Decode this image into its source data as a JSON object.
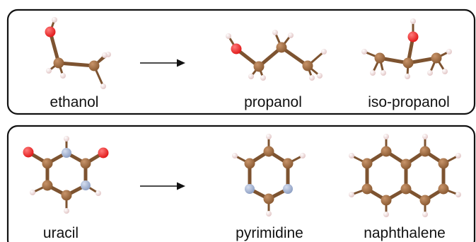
{
  "colors": {
    "carbon": "#8a5a32",
    "carbon_light": "#c8946a",
    "oxygen": "#e01919",
    "oxygen_light": "#ff7a7a",
    "hydrogen": "#e2c6c6",
    "hydrogen_light": "#ffffff",
    "nitrogen": "#8ea0c4",
    "nitrogen_light": "#d4ddef",
    "bond": "#7d5330"
  },
  "icons": [
    "arrow-right-icon",
    "molecule-ball-and-stick-icon"
  ],
  "panels": [
    {
      "molecules": [
        {
          "key": "ethanol",
          "label": "ethanol"
        },
        {
          "key": "propanol",
          "label": "propanol"
        },
        {
          "key": "isopropanol",
          "label": "iso-propanol"
        }
      ]
    },
    {
      "molecules": [
        {
          "key": "uracil",
          "label": "uracil"
        },
        {
          "key": "pyrimidine",
          "label": "pyrimidine"
        },
        {
          "key": "naphthalene",
          "label": "naphthalene"
        }
      ]
    }
  ]
}
